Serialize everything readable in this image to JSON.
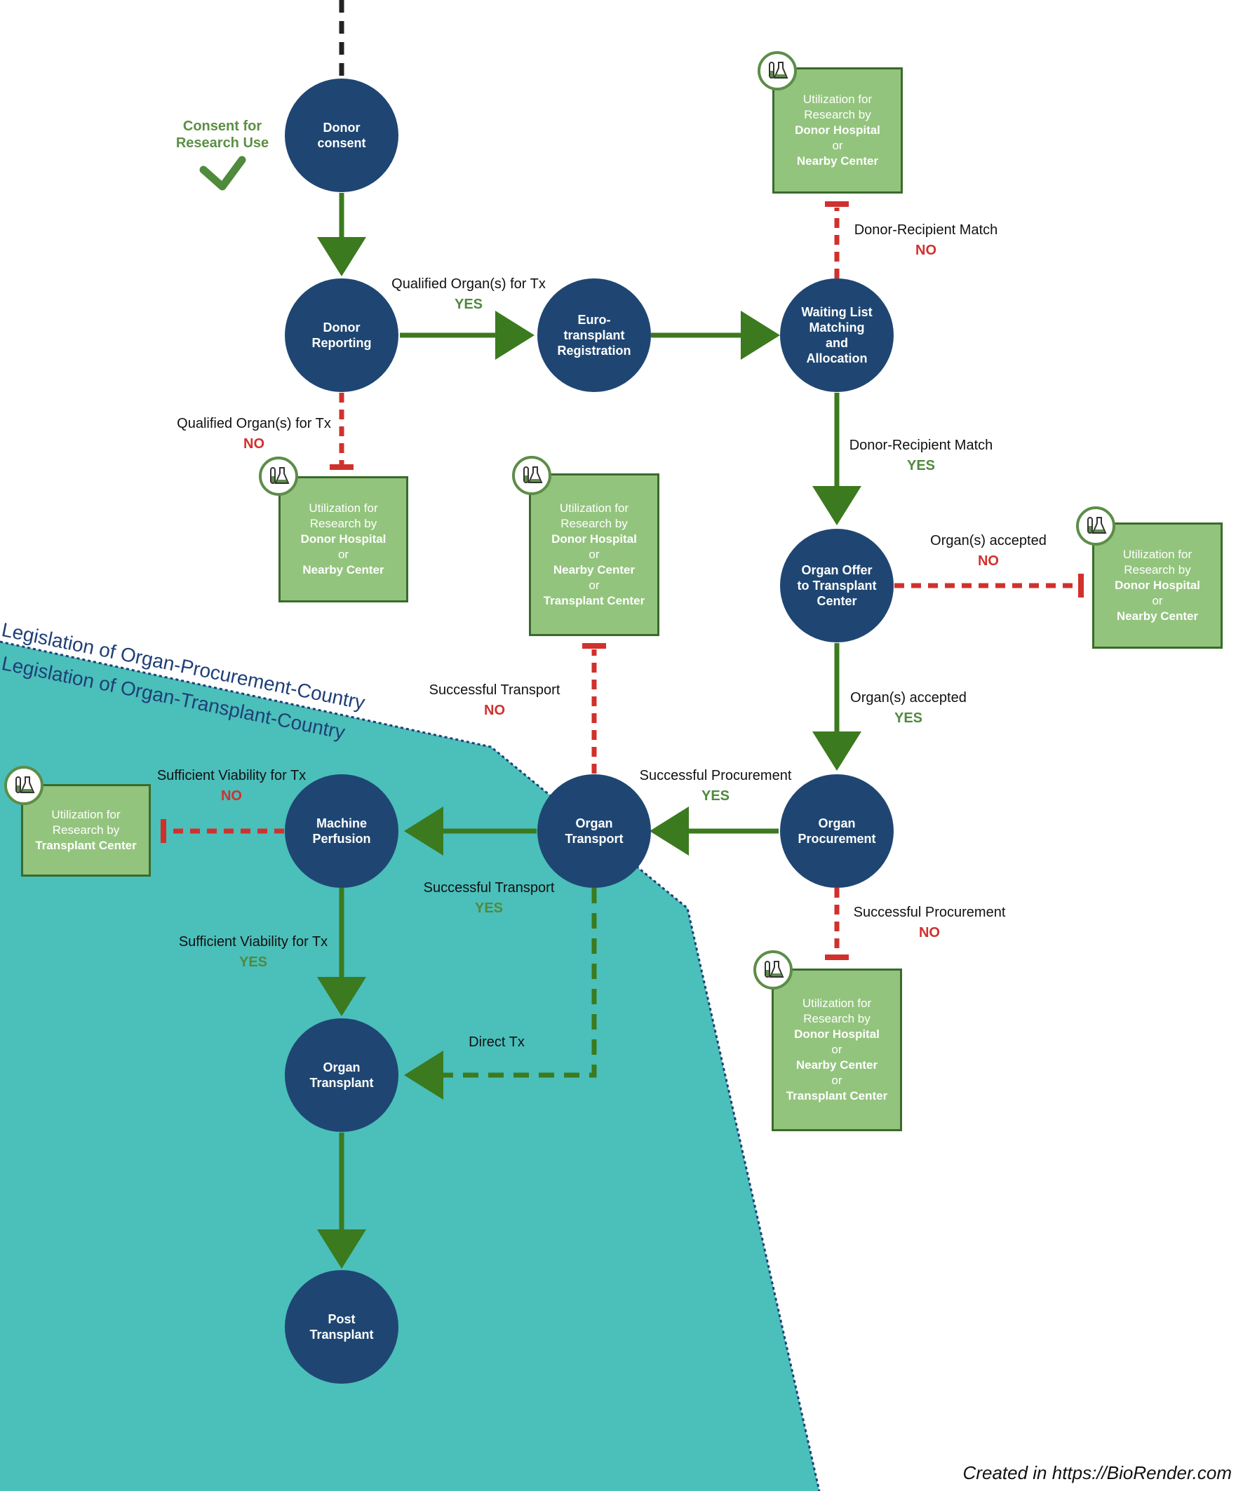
{
  "consent": {
    "line1": "Consent for",
    "line2": "Research Use"
  },
  "nodes": {
    "donor_consent": "Donor\nconsent",
    "donor_reporting": "Donor\nReporting",
    "eurotransplant": "Euro-\ntransplant\nRegistration",
    "waiting_list": "Waiting List\nMatching\nand\nAllocation",
    "organ_offer": "Organ Offer\nto Transplant\nCenter",
    "organ_procurement": "Organ\nProcurement",
    "organ_transport": "Organ\nTransport",
    "machine_perfusion": "Machine\nPerfusion",
    "organ_transplant": "Organ\nTransplant",
    "post_transplant": "Post\nTransplant"
  },
  "research_boxes": {
    "box1": [
      "Utilization for",
      "Research by",
      "Donor Hospital",
      "or",
      "Nearby Center"
    ],
    "box2": [
      "Utilization for",
      "Research by",
      "Donor Hospital",
      "or",
      "Nearby Center"
    ],
    "box3": [
      "Utilization for",
      "Research by",
      "Donor Hospital",
      "or",
      "Nearby Center",
      "or",
      "Transplant Center"
    ],
    "box4": [
      "Utilization for",
      "Research by",
      "Donor Hospital",
      "or",
      "Nearby Center"
    ],
    "box5": [
      "Utilization for",
      "Research by",
      "Transplant Center"
    ],
    "box6": [
      "Utilization for",
      "Research by",
      "Donor Hospital",
      "or",
      "Nearby Center",
      "or",
      "Transplant Center"
    ]
  },
  "edge_labels": {
    "qualified_yes": {
      "text": "Qualified Organ(s) for Tx",
      "answer": "YES"
    },
    "qualified_no": {
      "text": "Qualified Organ(s) for Tx",
      "answer": "NO"
    },
    "match_no": {
      "text": "Donor-Recipient Match",
      "answer": "NO"
    },
    "match_yes": {
      "text": "Donor-Recipient Match",
      "answer": "YES"
    },
    "accepted_no": {
      "text": "Organ(s) accepted",
      "answer": "NO"
    },
    "accepted_yes": {
      "text": "Organ(s) accepted",
      "answer": "YES"
    },
    "transport_no": {
      "text": "Successful Transport",
      "answer": "NO"
    },
    "procurement_yes": {
      "text": "Successful Procurement",
      "answer": "YES"
    },
    "procurement_no": {
      "text": "Successful Procurement",
      "answer": "NO"
    },
    "viability_no": {
      "text": "Sufficient Viability for Tx",
      "answer": "NO"
    },
    "transport_yes": {
      "text": "Successful Transport",
      "answer": "YES"
    },
    "viability_yes": {
      "text": "Sufficient Viability for Tx",
      "answer": "YES"
    },
    "direct_tx": {
      "text": "Direct Tx"
    }
  },
  "legislation": {
    "procurement": "Legislation of Organ-Procurement-Country",
    "transplant": "Legislation of Organ-Transplant-Country"
  },
  "credit": "Created in  https://BioRender.com",
  "colors": {
    "node": "#1f4672",
    "yes_arrow": "#3b7a1e",
    "no_arrow": "#d0312d",
    "box_fill": "#93c47d",
    "region": "#4bbfba"
  },
  "icons": [
    "flask-test-tube-icon",
    "checkmark-icon"
  ]
}
